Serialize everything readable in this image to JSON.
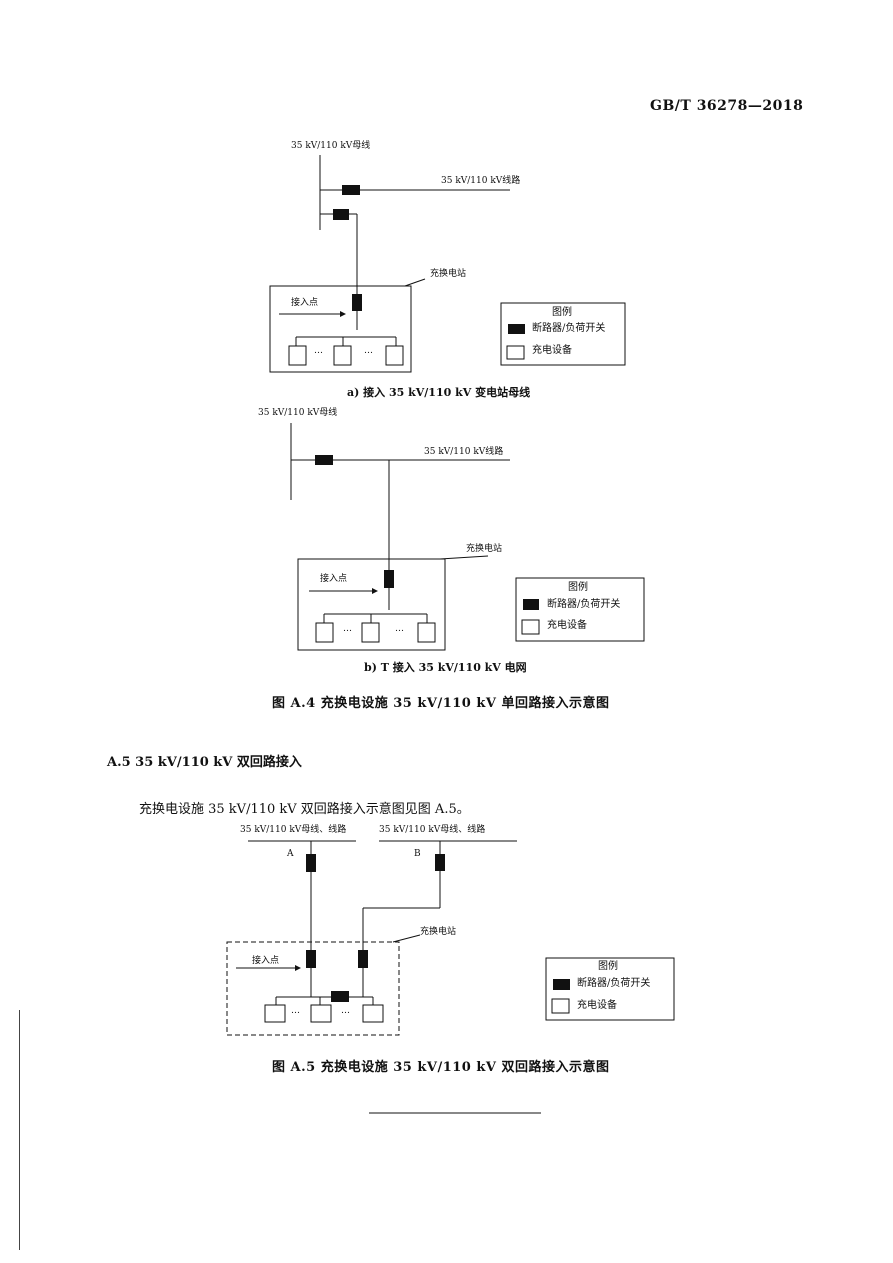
{
  "header": {
    "standard_code": "GB/T 36278—2018"
  },
  "figure_a4": {
    "a": {
      "busbar_label": "35 kV/110 kV母线",
      "line_label": "35 kV/110 kV线路",
      "station_label": "充换电站",
      "access_point_label": "接入点",
      "caption": "a)  接入 35 kV/110 kV 变电站母线"
    },
    "b": {
      "busbar_label": "35 kV/110 kV母线",
      "line_label": "35 kV/110 kV线路",
      "station_label": "充换电站",
      "access_point_label": "接入点",
      "caption": "b)  T 接入 35 kV/110 kV 电网"
    },
    "caption": "图 A.4  充换电设施 35 kV/110 kV 单回路接入示意图"
  },
  "legend": {
    "title": "图例",
    "breaker_label": "断路器/负荷开关",
    "charger_label": "充电设备"
  },
  "dots": "…",
  "section_a5": {
    "heading": "A.5  35 kV/110 kV 双回路接入",
    "paragraph": "充换电设施 35 kV/110 kV 双回路接入示意图见图 A.5。"
  },
  "figure_a5": {
    "source_a_label": "35 kV/110 kV母线、线路",
    "source_b_label": "35 kV/110 kV母线、线路",
    "source_a_letter": "A",
    "source_b_letter": "B",
    "station_label": "充换电站",
    "access_point_label": "接入点",
    "caption": "图 A.5  充换电设施 35 kV/110 kV 双回路接入示意图"
  }
}
